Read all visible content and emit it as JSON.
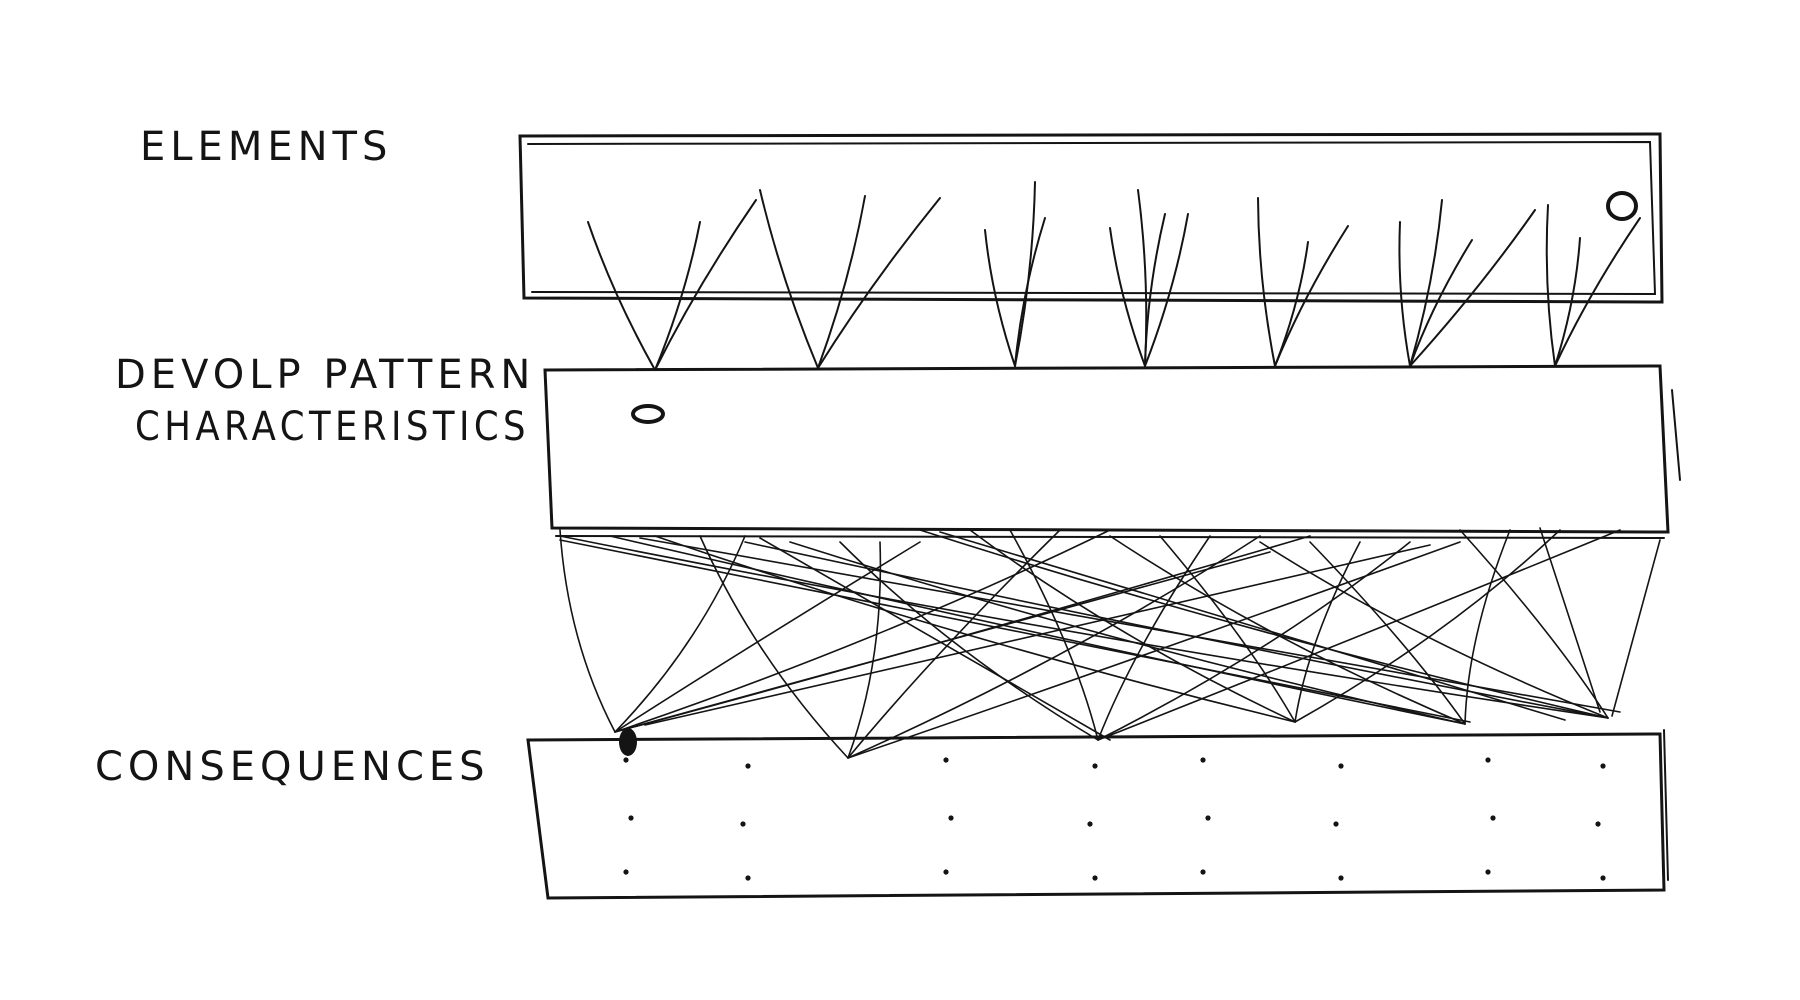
{
  "diagram": {
    "labels": {
      "elements": "ELEMENTS",
      "pattern_line1": "DEVOLP PATTERN",
      "pattern_line2": "CHARACTERISTICS",
      "consequences": "CONSEQUENCES"
    },
    "ink_color": "#141414",
    "background_color": "#ffffff"
  }
}
